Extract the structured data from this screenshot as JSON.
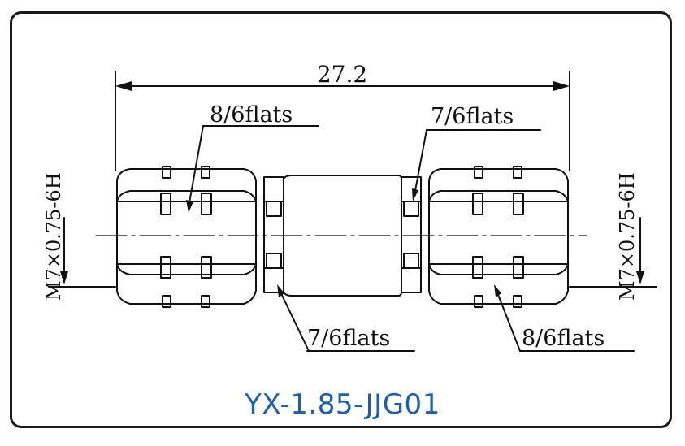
{
  "drawing": {
    "overall_dimension": "27.2",
    "labels": {
      "top_left_flats": "8/6flats",
      "top_right_flats": "7/6flats",
      "bottom_left_flats": "7/6flats",
      "bottom_right_flats": "8/6flats"
    },
    "thread_spec_left": "M7×0.75-6H",
    "thread_spec_right": "M7×0.75-6H"
  },
  "part_number": "YX-1.85-JJG01",
  "colors": {
    "line": "#111111",
    "part_number": "#1f5fa8"
  }
}
